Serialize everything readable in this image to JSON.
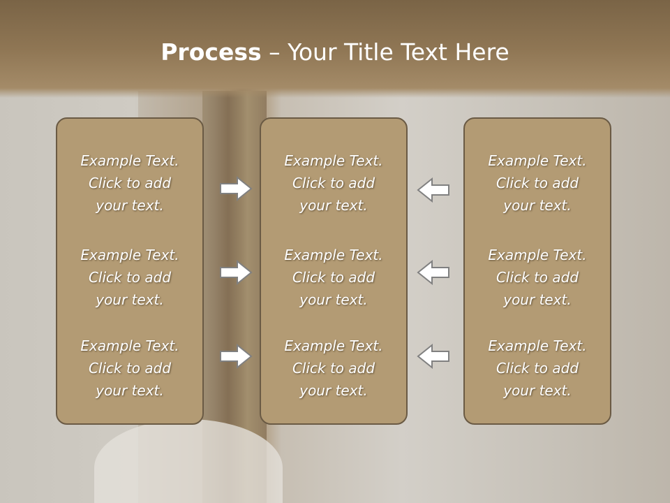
{
  "slide": {
    "title_bold": "Process",
    "title_rest": " – Your Title Text Here",
    "columns": [
      {
        "items": [
          "Example Text.\nClick  to add\nyour text.",
          "Example Text.\nClick  to add\nyour text.",
          "Example Text.\nClick  to add\nyour text."
        ]
      },
      {
        "items": [
          "Example Text.\nClick  to add\nyour text.",
          "Example Text.\nClick  to add\nyour text.",
          "Example Text.\nClick  to add\nyour text."
        ]
      },
      {
        "items": [
          "Example Text.\nClick  to add\nyour text.",
          "Example Text.\nClick  to add\nyour text.",
          "Example Text.\nClick  to add\nyour text."
        ]
      }
    ],
    "arrows": {
      "left_group": [
        "arrow-right-icon",
        "arrow-right-icon",
        "arrow-right-icon"
      ],
      "right_group": [
        "arrow-left-icon",
        "arrow-left-icon",
        "arrow-left-icon"
      ]
    },
    "colors": {
      "box_fill": "#b39b74",
      "box_border": "#6a5a44",
      "header": "#8f7654",
      "text": "#ffffff"
    }
  }
}
